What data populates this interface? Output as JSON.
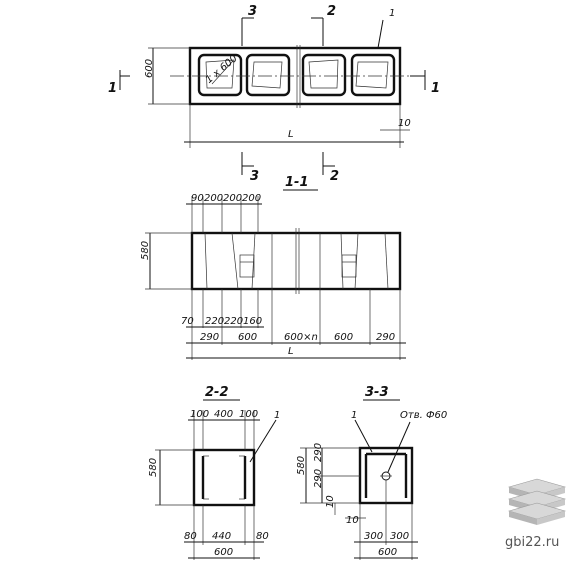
{
  "section_labels": {
    "cut_3": "3",
    "cut_2": "2",
    "cut_1": "1",
    "section_1_1": "1-1",
    "section_2_2": "2-2",
    "section_3_3": "3-3"
  },
  "callouts": {
    "item_1": "1",
    "hole": "Отв. Ф60"
  },
  "plan_view": {
    "height": "600",
    "length": "L",
    "offset": "10",
    "diag": "1 х 600"
  },
  "elevation": {
    "height": "580",
    "top_dims": [
      "90",
      "200",
      "200",
      "200"
    ],
    "bottom_dims_1": [
      "70",
      "220",
      "220",
      "160"
    ],
    "bottom_dims_2": [
      "290",
      "600",
      "600×n",
      "600",
      "290"
    ],
    "length": "L"
  },
  "section_2_2": {
    "height": "580",
    "top_dims": [
      "100",
      "400",
      "100"
    ],
    "bottom_dims": [
      "80",
      "440",
      "80"
    ],
    "width": "600"
  },
  "section_3_3": {
    "height": "580",
    "side_dims": [
      "290",
      "290"
    ],
    "bottom_offset": "10",
    "bottom_small": "10",
    "bottom_dims": [
      "300",
      "300"
    ],
    "width": "600"
  },
  "watermark": "gbi22.ru"
}
